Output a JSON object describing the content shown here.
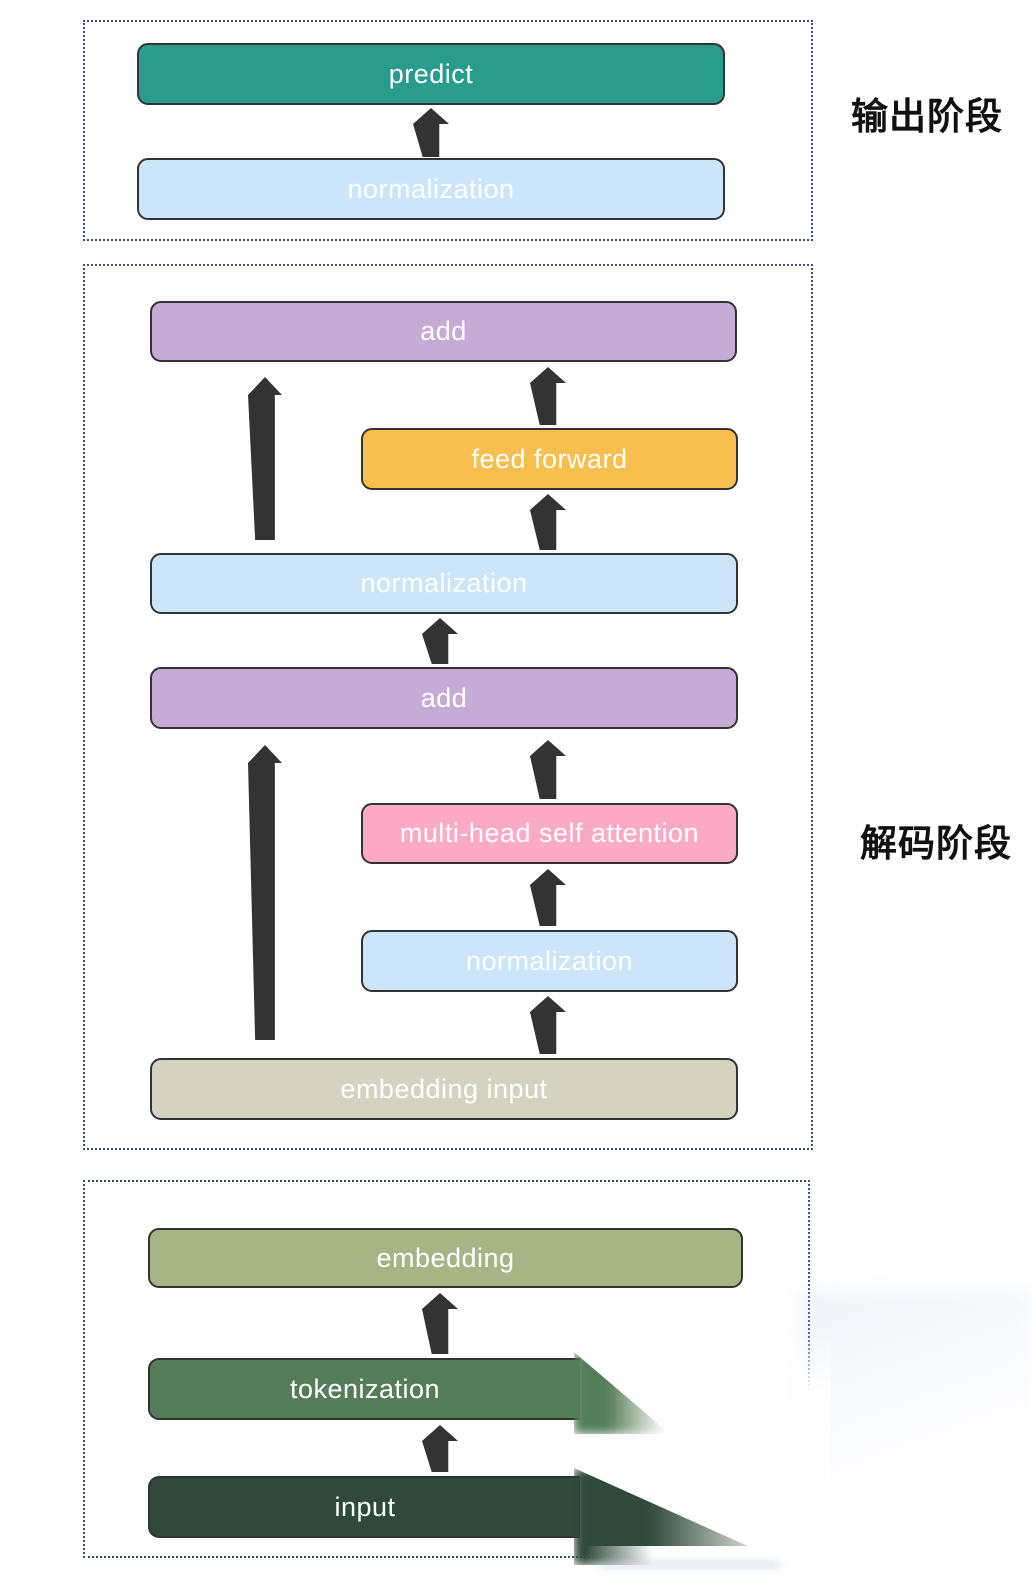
{
  "stages": {
    "output": {
      "label": "输出阶段",
      "predict": "predict",
      "normalization": "normalization"
    },
    "decoding": {
      "label": "解码阶段",
      "add_top": "add",
      "feed_forward": "feed forward",
      "normalization_upper": "normalization",
      "add_lower": "add",
      "attention": "multi-head self attention",
      "normalization_lower": "normalization",
      "embedding_input": "embedding input"
    },
    "input": {
      "embedding": "embedding",
      "tokenization": "tokenization",
      "input": "input"
    }
  },
  "colors": {
    "predict": "#2a9c8d",
    "normalization": "#cde5fa",
    "add": "#c6abd7",
    "feed_forward": "#f8bf4e",
    "attention": "#fdaac6",
    "embedding_input": "#d6d2c2",
    "embedding": "#a7b586",
    "tokenization": "#557d58",
    "input": "#2f493b",
    "arrow": "#333333",
    "section_border": "#36517c",
    "stage_label": "#111111",
    "box_text": "#ffffff"
  }
}
